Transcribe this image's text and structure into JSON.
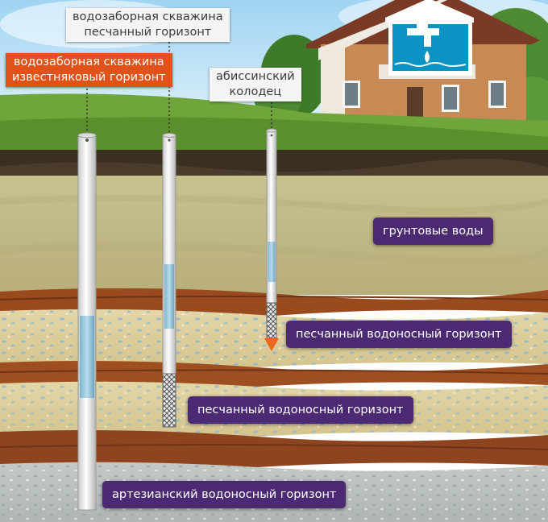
{
  "labels": {
    "sand_well": {
      "line1": "водозаборная скважина",
      "line2": "песчанный горизонт"
    },
    "limestone_well": {
      "line1": "водозаборная скважина",
      "line2": "известняковый горизонт"
    },
    "abyssinian_well": {
      "line1": "абиссинский",
      "line2": "колодец"
    },
    "groundwater": "грунтовые воды",
    "sand_aquifer_upper": "песчанный водоносный горизонт",
    "sand_aquifer_lower": "песчанный водоносный горизонт",
    "artesian_aquifer": "артезианский водоносный горизонт"
  },
  "colors": {
    "sky": "#bfe3f6",
    "grass": "#6fa53a",
    "soil": "#c9c08c",
    "clay": "#9a4a1f",
    "sand": "#dccf9c",
    "artesian": "#c7cbc8",
    "label_purple": "#4b2a73",
    "label_orange": "#e1521b",
    "water": "#8fc4dc"
  },
  "icons": {
    "house": "house-icon",
    "tap": "water-tap-icon"
  }
}
